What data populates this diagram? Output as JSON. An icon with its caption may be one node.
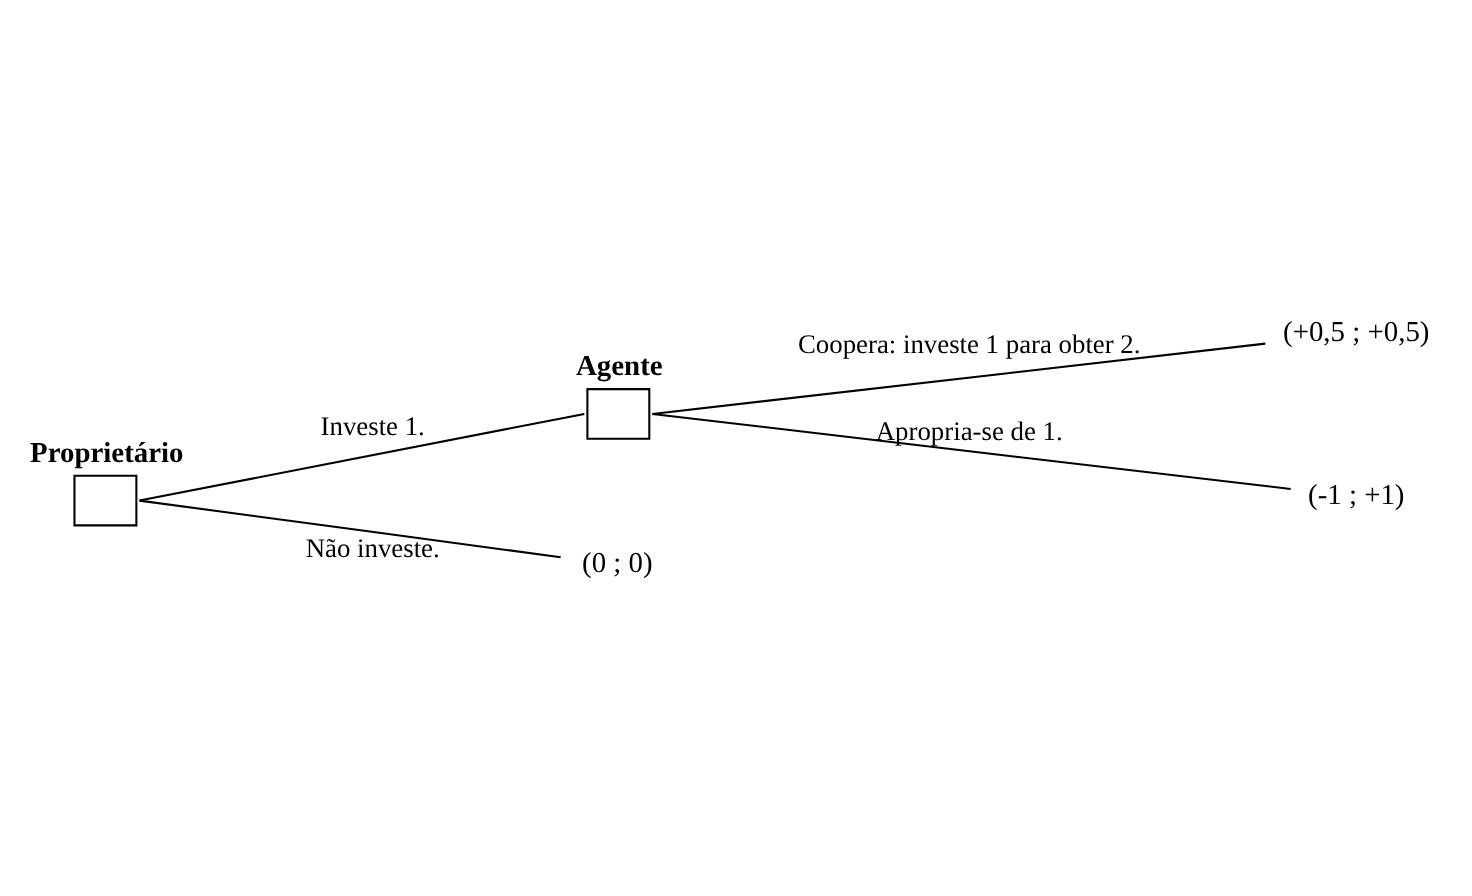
{
  "diagram": {
    "nodes": [
      {
        "text": [
          "Proprietário"
        ]
      },
      {
        "text": [
          "Agente"
        ]
      },
      {
        "text": [
          "(+0,5 ; +0,5)"
        ]
      },
      {
        "text": [
          "(-1 ; +1)"
        ]
      },
      {
        "text": [
          "(0 ; 0)"
        ]
      }
    ],
    "edges": [
      {
        "from": 0,
        "to": 1,
        "arrow": "none",
        "label": "Investe 1."
      },
      {
        "from": 1,
        "to": 2,
        "arrow": "none",
        "label": "Coopera: investe 1 para obter 2."
      },
      {
        "from": 1,
        "to": 3,
        "arrow": "none",
        "label": "Apropria-se de 1."
      },
      {
        "from": 0,
        "to": 4,
        "arrow": "none",
        "label": "Não investe."
      }
    ]
  }
}
